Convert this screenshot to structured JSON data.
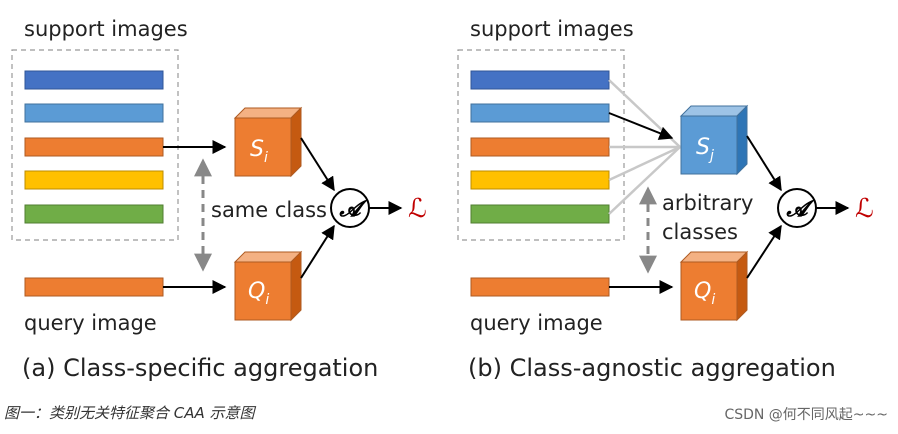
{
  "panel_a": {
    "support_label": "support images",
    "query_label": "query image",
    "middle_label": "same class",
    "caption": "(a) Class-specific aggregation",
    "cube_top": {
      "letter": "S",
      "sub": "i"
    },
    "cube_bottom": {
      "letter": "Q",
      "sub": "i"
    },
    "aggregator": "𝓐",
    "loss": "ℒ"
  },
  "panel_b": {
    "support_label": "support images",
    "query_label": "query image",
    "middle_label_1": "arbitrary",
    "middle_label_2": "classes",
    "caption": "(b) Class-agnostic aggregation",
    "cube_top": {
      "letter": "S",
      "sub": "j"
    },
    "cube_bottom": {
      "letter": "Q",
      "sub": "i"
    },
    "aggregator": "𝓐",
    "loss": "ℒ"
  },
  "figure_caption": "图一：类别无关特征聚合 CAA 示意图",
  "watermark": "CSDN @何不同风起~~~",
  "colors": {
    "bar_blue_dark": "#4472C4",
    "bar_blue_light": "#5B9BD5",
    "bar_orange": "#ED7D31",
    "bar_yellow": "#FFC000",
    "bar_green": "#70AD47",
    "cube_orange": "#ED7D31",
    "cube_blue": "#5B9BD5",
    "loss_red": "#C00000"
  }
}
